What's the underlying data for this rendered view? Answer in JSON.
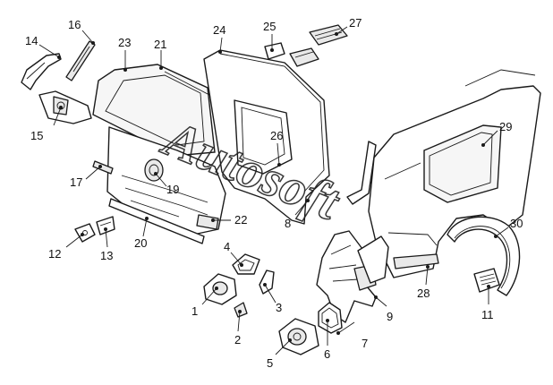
{
  "watermark": "Autosoft",
  "callouts": [
    {
      "id": "c1",
      "label": "1"
    },
    {
      "id": "c2",
      "label": "2"
    },
    {
      "id": "c3",
      "label": "3"
    },
    {
      "id": "c4",
      "label": "4"
    },
    {
      "id": "c5",
      "label": "5"
    },
    {
      "id": "c6",
      "label": "6"
    },
    {
      "id": "c7",
      "label": "7"
    },
    {
      "id": "c8",
      "label": "8"
    },
    {
      "id": "c9",
      "label": "9"
    },
    {
      "id": "c11",
      "label": "11"
    },
    {
      "id": "c12",
      "label": "12"
    },
    {
      "id": "c13",
      "label": "13"
    },
    {
      "id": "c14",
      "label": "14"
    },
    {
      "id": "c15",
      "label": "15"
    },
    {
      "id": "c16",
      "label": "16"
    },
    {
      "id": "c17",
      "label": "17"
    },
    {
      "id": "c19",
      "label": "19"
    },
    {
      "id": "c20",
      "label": "20"
    },
    {
      "id": "c21",
      "label": "21"
    },
    {
      "id": "c22",
      "label": "22"
    },
    {
      "id": "c23",
      "label": "23"
    },
    {
      "id": "c24",
      "label": "24"
    },
    {
      "id": "c25",
      "label": "25"
    },
    {
      "id": "c26",
      "label": "26"
    },
    {
      "id": "c27",
      "label": "27"
    },
    {
      "id": "c28",
      "label": "28"
    },
    {
      "id": "c29",
      "label": "29"
    },
    {
      "id": "c30",
      "label": "30"
    }
  ]
}
